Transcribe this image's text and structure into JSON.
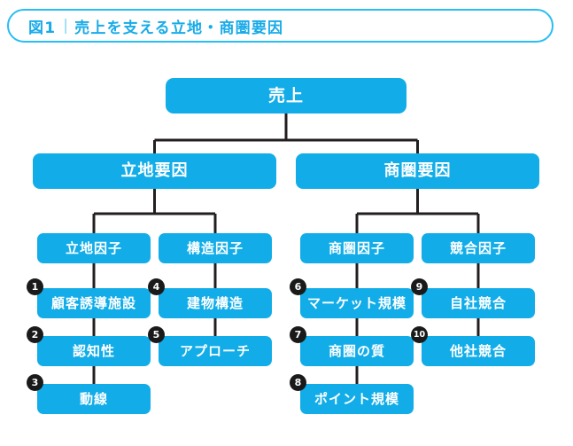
{
  "figure": {
    "label": "図1",
    "separator": "|",
    "title": "売上を支える立地・商圏要因"
  },
  "colors": {
    "node_blue": "#12ADE8",
    "title_blue": "#19ABE8",
    "title_border": "#29BDF2",
    "connector": "#231F20",
    "badge_black": "#1A1A1A",
    "node_text": "#FFFFFF",
    "background": "#FFFFFF"
  },
  "chart_data": {
    "type": "diagram",
    "diagram_type": "tree-hierarchy",
    "title": "売上を支える立地・商圏要因",
    "root": "売上",
    "levels": 4,
    "nodes": [
      {
        "id": "root",
        "label": "売上",
        "level": 1,
        "parent": null
      },
      {
        "id": "l2a",
        "label": "立地要因",
        "level": 2,
        "parent": "root"
      },
      {
        "id": "l2b",
        "label": "商圏要因",
        "level": 2,
        "parent": "root"
      },
      {
        "id": "l3a",
        "label": "立地因子",
        "level": 3,
        "parent": "l2a"
      },
      {
        "id": "l3b",
        "label": "構造因子",
        "level": 3,
        "parent": "l2a"
      },
      {
        "id": "l3c",
        "label": "商圏因子",
        "level": 3,
        "parent": "l2b"
      },
      {
        "id": "l3d",
        "label": "競合因子",
        "level": 3,
        "parent": "l2b"
      },
      {
        "id": "n1",
        "label": "顧客誘導施設",
        "level": 4,
        "parent": "l3a",
        "number": "1"
      },
      {
        "id": "n2",
        "label": "認知性",
        "level": 4,
        "parent": "l3a",
        "number": "2"
      },
      {
        "id": "n3",
        "label": "動線",
        "level": 4,
        "parent": "l3a",
        "number": "3"
      },
      {
        "id": "n4",
        "label": "建物構造",
        "level": 4,
        "parent": "l3b",
        "number": "4"
      },
      {
        "id": "n5",
        "label": "アプローチ",
        "level": 4,
        "parent": "l3b",
        "number": "5"
      },
      {
        "id": "n6",
        "label": "マーケット規模",
        "level": 4,
        "parent": "l3c",
        "number": "6"
      },
      {
        "id": "n7",
        "label": "商圏の質",
        "level": 4,
        "parent": "l3c",
        "number": "7"
      },
      {
        "id": "n8",
        "label": "ポイント規模",
        "level": 4,
        "parent": "l3c",
        "number": "8"
      },
      {
        "id": "n9",
        "label": "自社競合",
        "level": 4,
        "parent": "l3d",
        "number": "9"
      },
      {
        "id": "n10",
        "label": "他社競合",
        "level": 4,
        "parent": "l3d",
        "number": "10"
      }
    ]
  },
  "tree": {
    "root": {
      "label": "売上"
    },
    "level2": [
      {
        "label": "立地要因"
      },
      {
        "label": "商圏要因"
      }
    ],
    "level3": [
      {
        "label": "立地因子"
      },
      {
        "label": "構造因子"
      },
      {
        "label": "商圏因子"
      },
      {
        "label": "競合因子"
      }
    ],
    "leaves": [
      {
        "number": "1",
        "label": "顧客誘導施設"
      },
      {
        "number": "2",
        "label": "認知性"
      },
      {
        "number": "3",
        "label": "動線"
      },
      {
        "number": "4",
        "label": "建物構造"
      },
      {
        "number": "5",
        "label": "アプローチ"
      },
      {
        "number": "6",
        "label": "マーケット規模"
      },
      {
        "number": "7",
        "label": "商圏の質"
      },
      {
        "number": "8",
        "label": "ポイント規模"
      },
      {
        "number": "9",
        "label": "自社競合"
      },
      {
        "number": "10",
        "label": "他社競合"
      }
    ]
  }
}
